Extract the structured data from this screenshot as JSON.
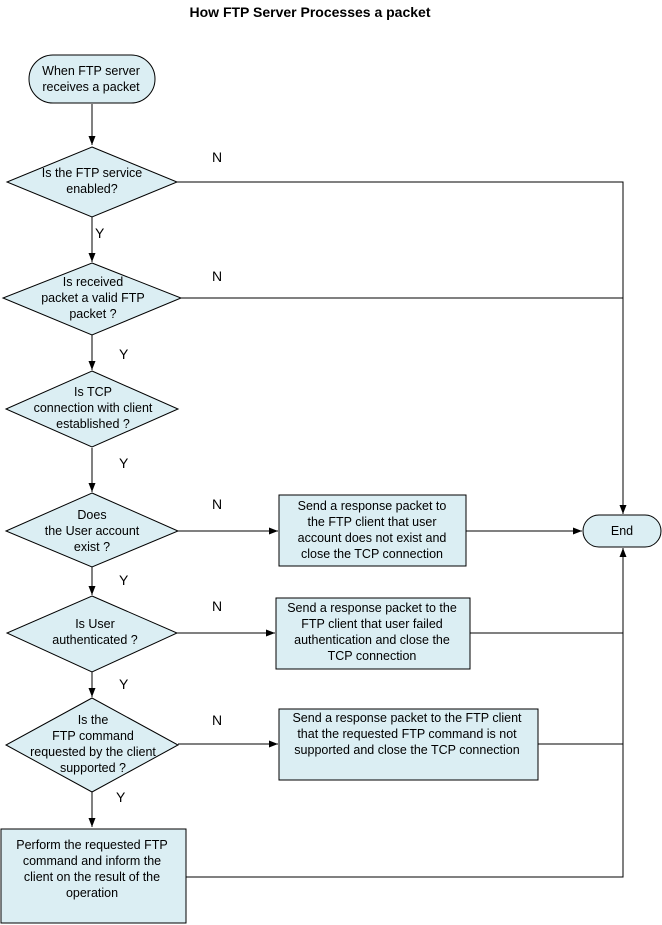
{
  "title": "How FTP Server Processes a packet",
  "colors": {
    "node_fill": "#dbeef3",
    "stroke": "#000000"
  },
  "nodes": {
    "start": [
      "When FTP server",
      "receives a packet"
    ],
    "d_service": [
      "Is the FTP service",
      "enabled?"
    ],
    "d_valid": [
      "Is received",
      "packet a valid FTP",
      "packet ?"
    ],
    "d_tcp": [
      "Is TCP",
      "connection with client",
      "established ?"
    ],
    "d_user": [
      "Does",
      "the User account",
      "exist ?"
    ],
    "d_auth": [
      "Is User",
      "authenticated ?"
    ],
    "d_cmd": [
      "Is the",
      "FTP command",
      "requested by the client",
      "supported ?"
    ],
    "p_no_user": [
      "Send a response packet to",
      "the FTP client that user",
      "account does not exist and",
      "close the TCP connection"
    ],
    "p_auth_fail": [
      "Send a response packet to the",
      "FTP client that user failed",
      "authentication and close the",
      "TCP connection"
    ],
    "p_unsupported": [
      "Send a response packet to the FTP client",
      "that the requested FTP command is not",
      "supported and close the TCP connection"
    ],
    "p_perform": [
      "Perform the requested FTP",
      "command and inform the",
      "client on the result of the",
      "operation"
    ],
    "end": [
      "End"
    ]
  },
  "edge_labels": {
    "service_no": "N",
    "service_yes": "Y",
    "valid_no": "N",
    "valid_yes": "Y",
    "tcp_yes": "Y",
    "user_no": "N",
    "user_yes": "Y",
    "auth_no": "N",
    "auth_yes": "Y",
    "cmd_no": "N",
    "cmd_yes": "Y"
  }
}
